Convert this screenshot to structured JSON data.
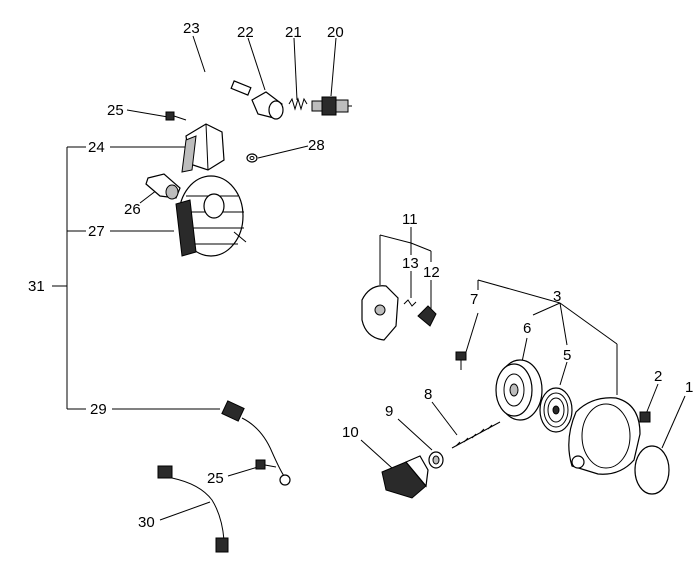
{
  "callouts": {
    "c1": "1",
    "c2": "2",
    "c3": "3",
    "c5": "5",
    "c6": "6",
    "c7": "7",
    "c8": "8",
    "c9": "9",
    "c10": "10",
    "c11": "11",
    "c12": "12",
    "c13": "13",
    "c20": "20",
    "c21": "21",
    "c22": "22",
    "c23": "23",
    "c24": "24",
    "c25a": "25",
    "c25b": "25",
    "c26": "26",
    "c27": "27",
    "c28": "28",
    "c29": "29",
    "c30": "30",
    "c31": "31"
  }
}
